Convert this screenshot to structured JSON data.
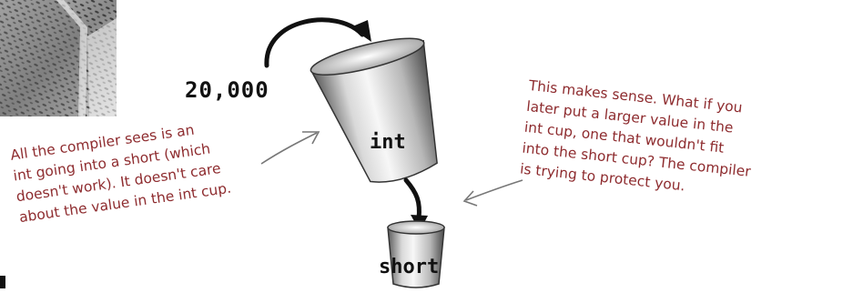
{
  "value_label": "20,000",
  "cup_big_label": "int",
  "cup_small_label": "short",
  "left_note": [
    "All the compiler sees is an",
    "int going into a short (which",
    "doesn't work). It doesn't care",
    "about the value in the int cup."
  ],
  "right_note": [
    "This makes sense. What if you",
    "later put a larger value in the",
    "int cup, one that wouldn't fit",
    "into the short cup? The compiler",
    "is trying to protect you."
  ],
  "colors": {
    "note_ink": "#8e2c2f",
    "arrow": "#111111",
    "cup_light": "#f2f2f2",
    "cup_dark": "#555555"
  }
}
